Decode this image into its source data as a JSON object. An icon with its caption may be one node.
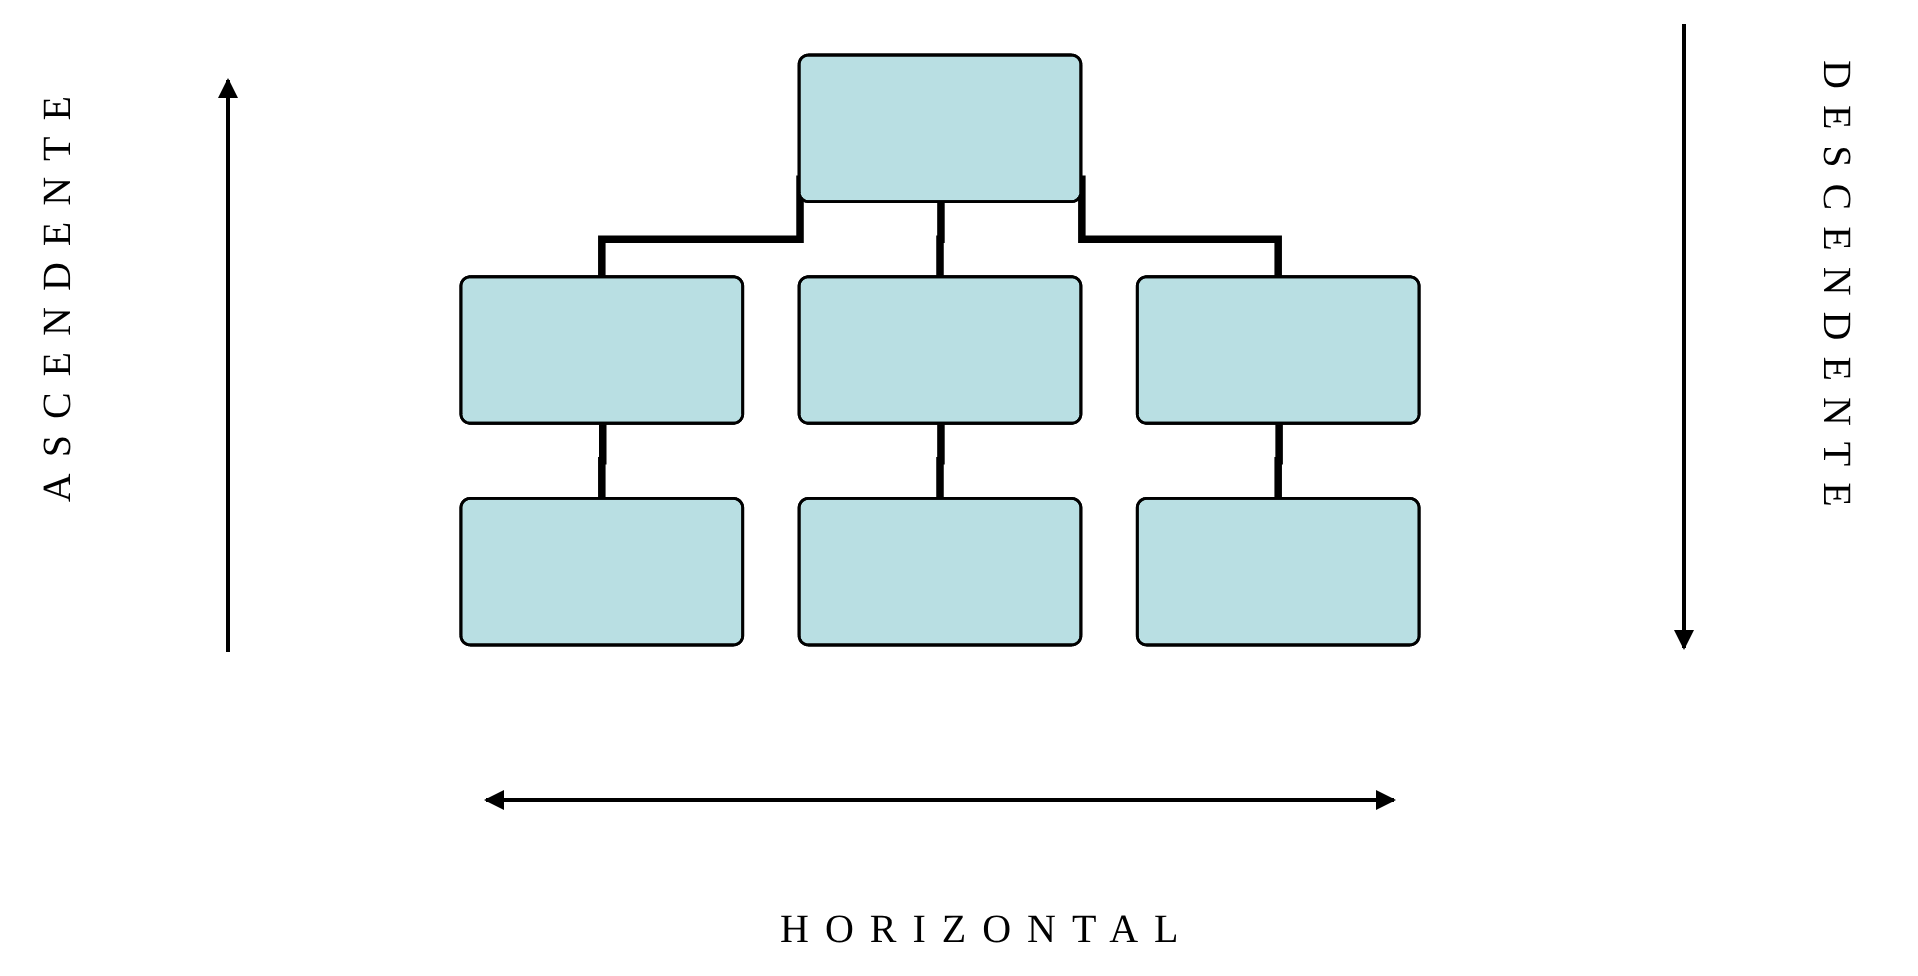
{
  "diagram": {
    "nodes": [
      {
        "text": [],
        "shape": "box"
      },
      {
        "text": [],
        "shape": "box"
      },
      {
        "text": [],
        "shape": "box"
      },
      {
        "text": [],
        "shape": "box"
      },
      {
        "text": [],
        "shape": "box"
      },
      {
        "text": [],
        "shape": "box"
      },
      {
        "text": [],
        "shape": "box"
      }
    ],
    "edges": [
      {
        "from": 0,
        "to": 1,
        "arrow": "none"
      },
      {
        "from": 0,
        "to": 2,
        "arrow": "none"
      },
      {
        "from": 0,
        "to": 3,
        "arrow": "none"
      },
      {
        "from": 1,
        "to": 4,
        "arrow": "none"
      },
      {
        "from": 2,
        "to": 5,
        "arrow": "none"
      },
      {
        "from": 3,
        "to": 6,
        "arrow": "none"
      }
    ],
    "labels": [
      "ASCENDENTE",
      "DESCENDENTE",
      "HORIZONTAL"
    ]
  }
}
